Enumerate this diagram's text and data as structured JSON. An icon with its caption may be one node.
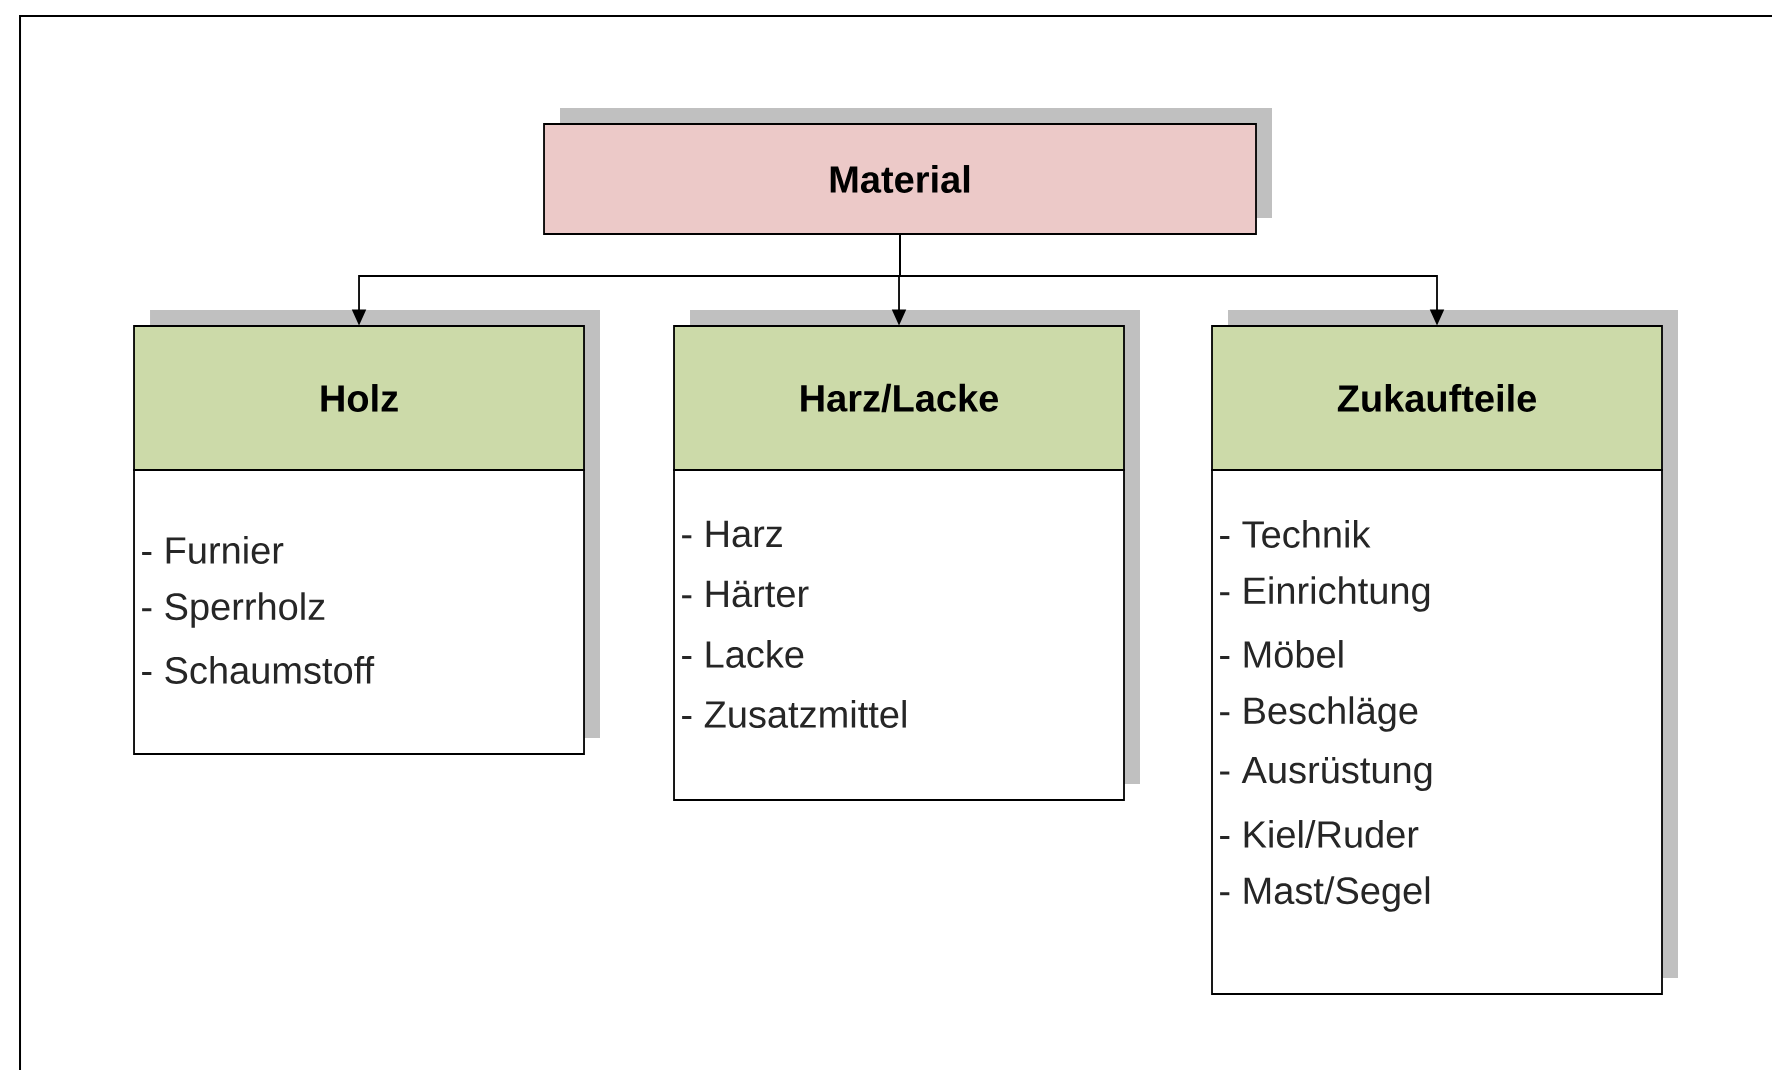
{
  "diagram": {
    "nodes": [
      {
        "text": [
          "Material"
        ]
      },
      {
        "text": [
          "Holz",
          "- Furnier",
          "- Sperrholz",
          "- Schaumstoff"
        ]
      },
      {
        "text": [
          "Harz/Lacke",
          "- Harz",
          "- Härter",
          "- Lacke",
          "- Zusatzmittel"
        ]
      },
      {
        "text": [
          "Zukaufteile",
          "- Technik",
          "- Einrichtung",
          "- Möbel",
          "- Beschläge",
          "- Ausrüstung",
          "- Kiel/Ruder",
          "- Mast/Segel"
        ]
      }
    ],
    "edges": [
      {
        "from": 0,
        "to": 1,
        "arrow": "to"
      },
      {
        "from": 0,
        "to": 2,
        "arrow": "to"
      },
      {
        "from": 0,
        "to": 3,
        "arrow": "to"
      }
    ]
  }
}
